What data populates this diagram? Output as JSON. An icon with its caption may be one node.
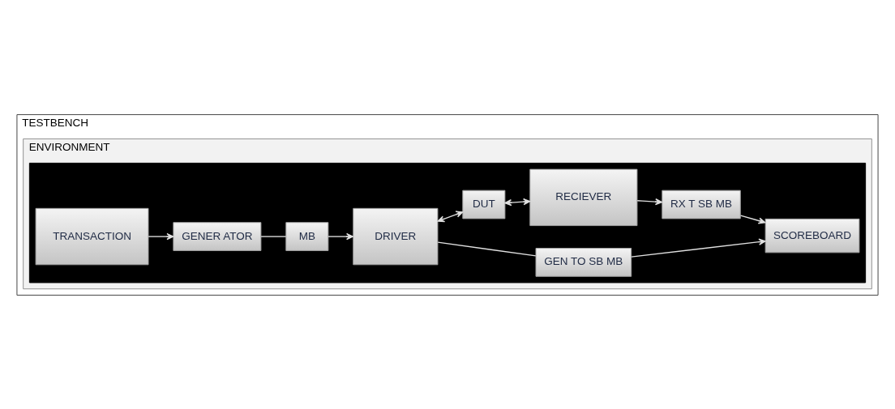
{
  "diagram": {
    "nodes": [
      {
        "text": [
          "TESTBENCH"
        ]
      },
      {
        "text": [
          "ENVIRONMENT"
        ],
        "in": 0
      },
      {
        "text": [],
        "shape": "box",
        "in": 1
      },
      {
        "text": [
          "SCOREBOARD"
        ],
        "in": 2
      },
      {
        "text": [
          "RX T SB MB"
        ],
        "in": 2
      },
      {
        "text": [
          "GEN TO SB MB"
        ],
        "in": 2
      },
      {
        "text": [
          "TRANSACTION"
        ],
        "in": 2
      },
      {
        "text": [
          "GENER ATOR"
        ],
        "in": 2
      },
      {
        "text": [
          "MB"
        ],
        "in": 2
      },
      {
        "text": [
          "DRIVER"
        ],
        "in": 2
      },
      {
        "text": [
          "DUT"
        ],
        "in": 2
      },
      {
        "text": [
          "RECIEVER"
        ],
        "in": 2
      }
    ],
    "edges": [
      {
        "from": 6,
        "to": 7,
        "arrow": "to"
      },
      {
        "from": 7,
        "to": 8,
        "arrow": "none"
      },
      {
        "from": 8,
        "to": 9,
        "arrow": "to"
      },
      {
        "from": 9,
        "to": 10,
        "arrow": "both"
      },
      {
        "from": 10,
        "to": 11,
        "arrow": "both"
      },
      {
        "from": 9,
        "to": 5,
        "arrow": "none"
      },
      {
        "from": 5,
        "to": 3,
        "arrow": "to"
      },
      {
        "from": 11,
        "to": 4,
        "arrow": "to"
      },
      {
        "from": 4,
        "to": 3,
        "arrow": "to"
      }
    ]
  }
}
